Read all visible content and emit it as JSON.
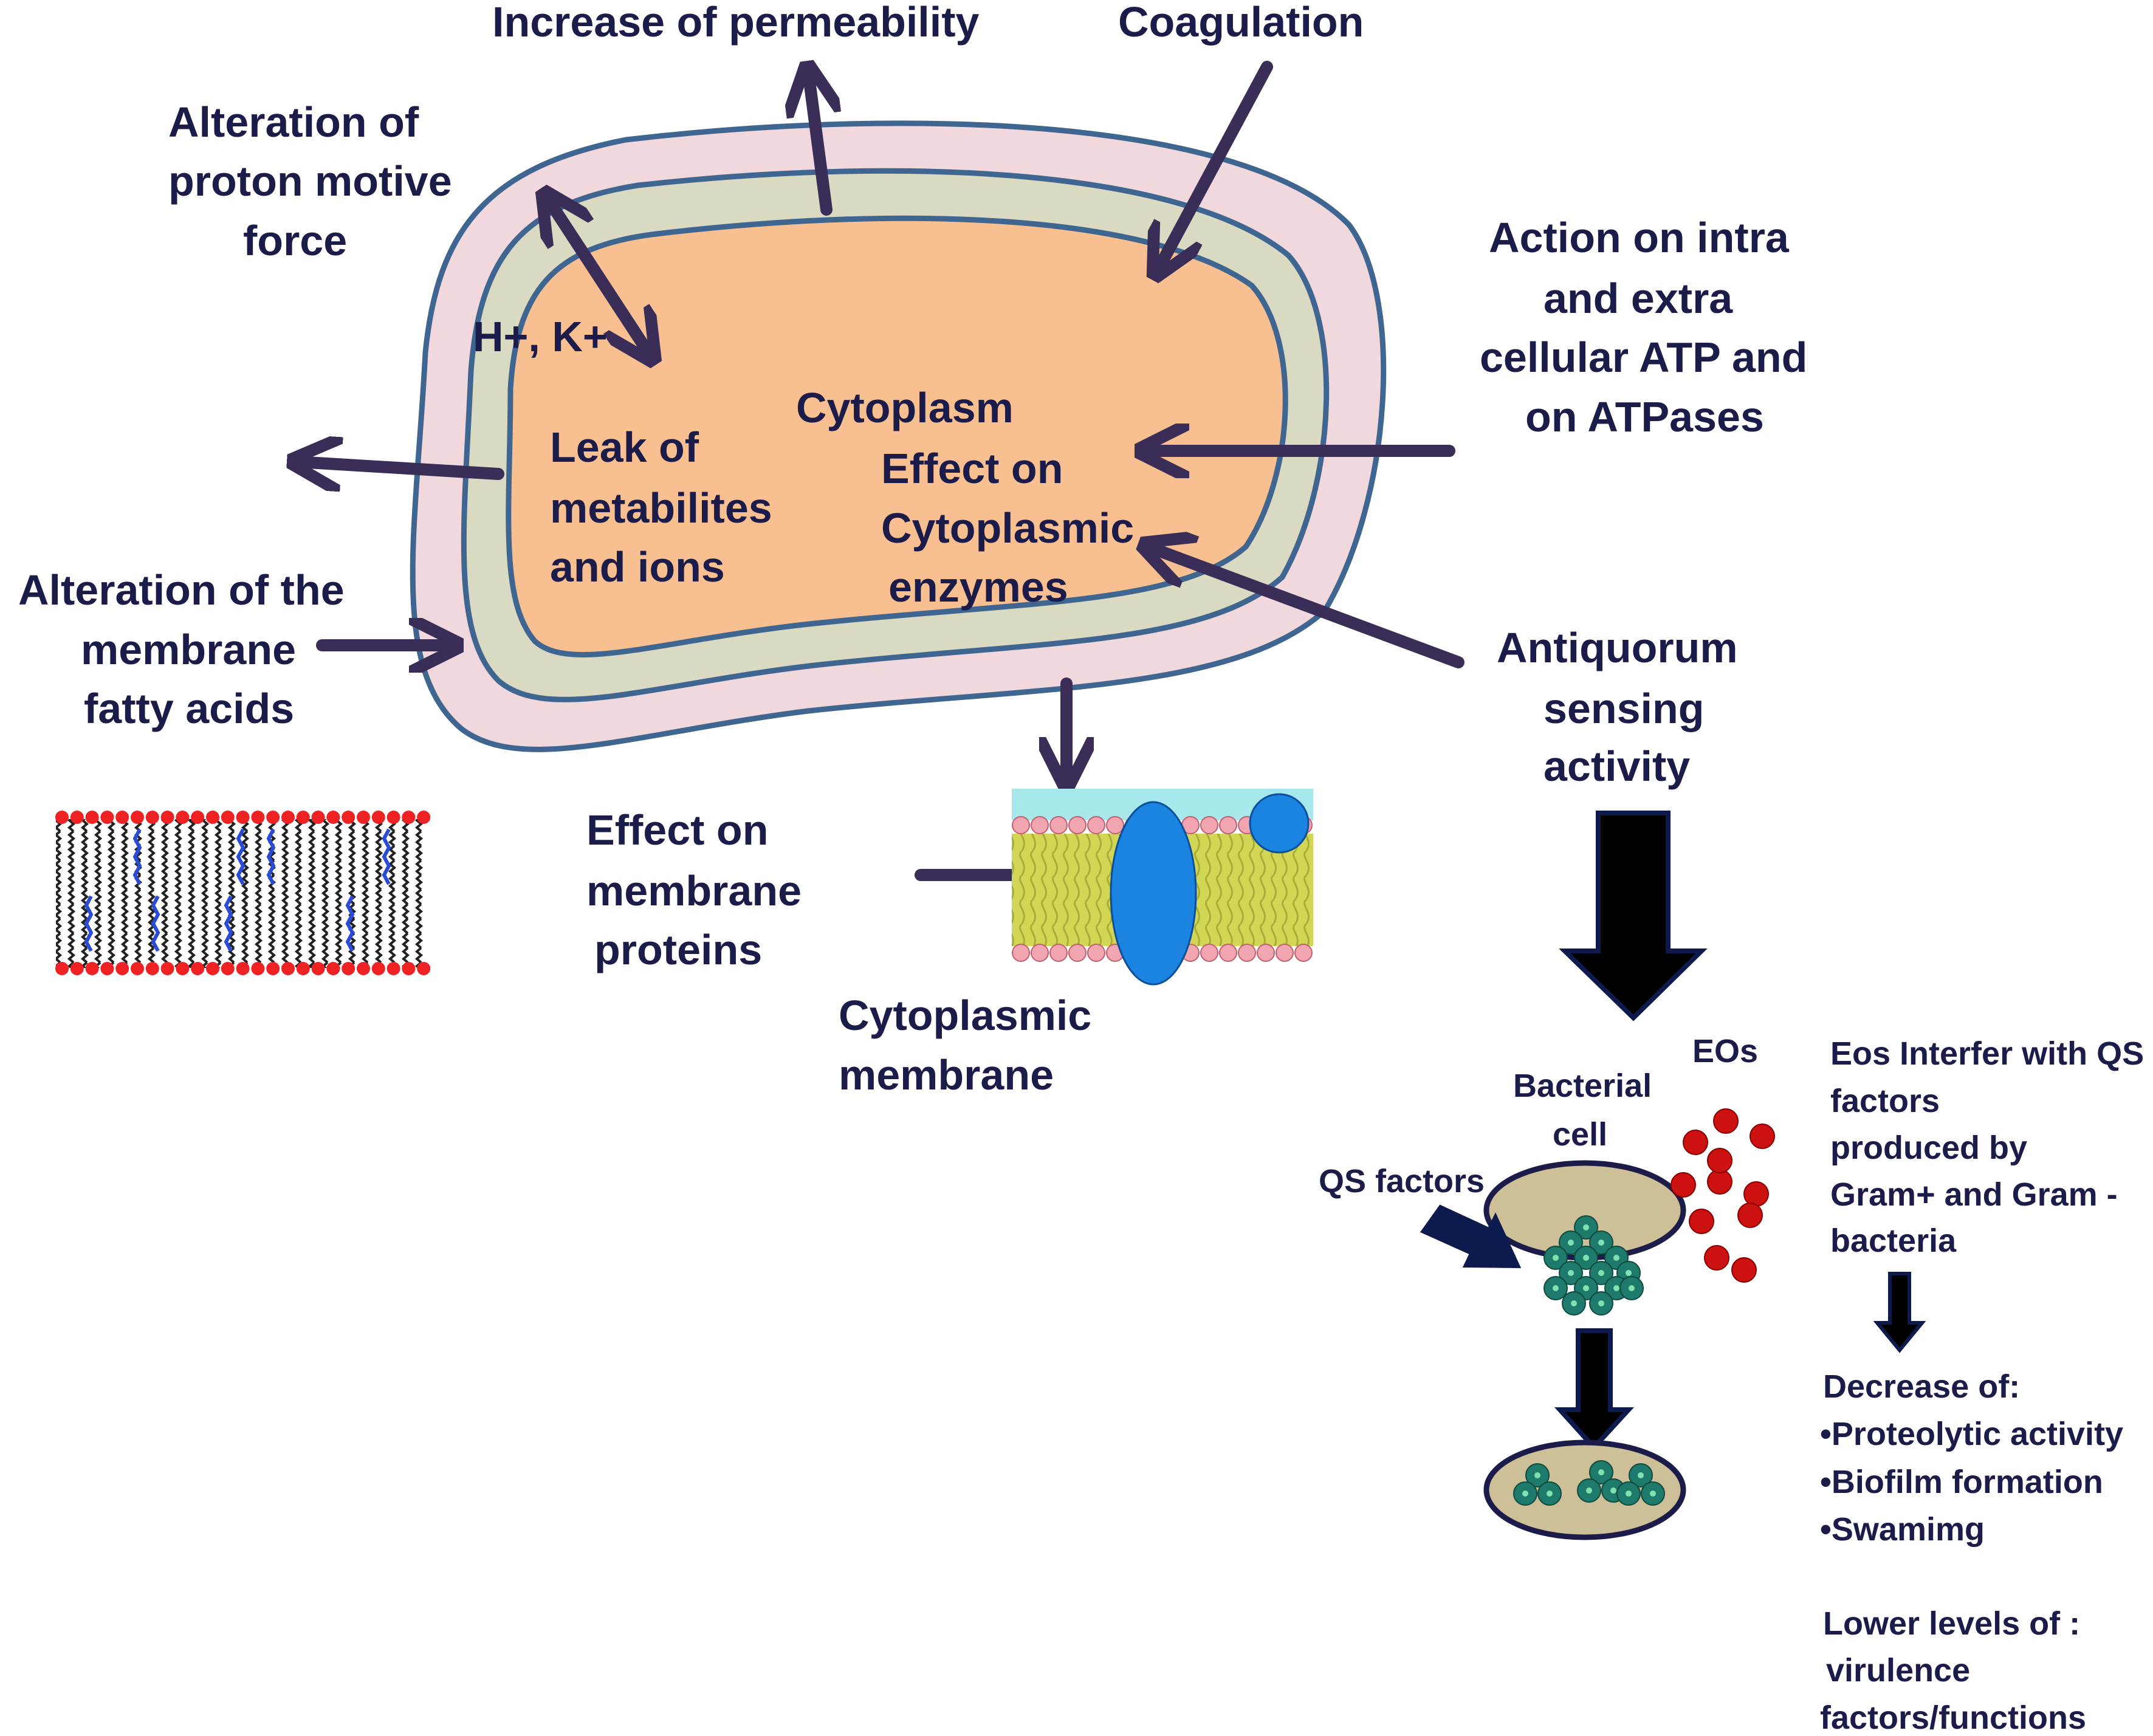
{
  "labels": {
    "increase_permeability": "Increase of permeability",
    "coagulation": "Coagulation",
    "proton_motive": [
      "Alteration of",
      "proton motive",
      "force"
    ],
    "ions": "H+, K+",
    "atp": [
      "Action on intra",
      "and extra",
      "cellular ATP and",
      "on ATPases"
    ],
    "cytoplasm": "Cytoplasm",
    "leak": [
      "Leak of",
      "metabilites",
      "and ions"
    ],
    "enzymes": [
      "Effect on",
      "Cytoplasmic",
      "enzymes"
    ],
    "fatty_acids": [
      "Alteration of the",
      "membrane",
      "fatty acids"
    ],
    "antiquorum": [
      "Antiquorum",
      "sensing",
      "activity"
    ],
    "membrane_proteins": [
      "Effect on",
      "membrane",
      "proteins"
    ],
    "cytoplasmic_membrane": [
      "Cytoplasmic",
      "membrane"
    ],
    "bacterial_cell": [
      "Bacterial",
      "cell"
    ],
    "eos": "EOs",
    "qs_factors": "QS factors",
    "eos_interfere": [
      "Eos Interfer with QS",
      "factors",
      "produced by",
      "Gram+ and Gram -",
      "bacteria"
    ],
    "decrease": [
      "Decrease of:",
      "•Proteolytic activity",
      "•Biofilm formation",
      "•Swamimg"
    ],
    "lower_levels": [
      "Lower levels of :",
      "virulence",
      "factors/functions"
    ]
  },
  "colors": {
    "text": "#1c1c4a",
    "arrow": "#3a2d58",
    "big_arrow": "#0c1a4e",
    "outer_layer": "#f0d8dc",
    "middle_layer": "#dad9c2",
    "cytoplasm": "#f8c090",
    "membrane_outline": "#3f6591",
    "bacterial_cell_fill": "#cdbf97",
    "qs_dots": "#1e7a6a",
    "eos_dots": "#cc1111",
    "lipid_heads": "#f0a5b0",
    "lipid_tails": "#d2d655",
    "protein": "#1a84e0"
  }
}
